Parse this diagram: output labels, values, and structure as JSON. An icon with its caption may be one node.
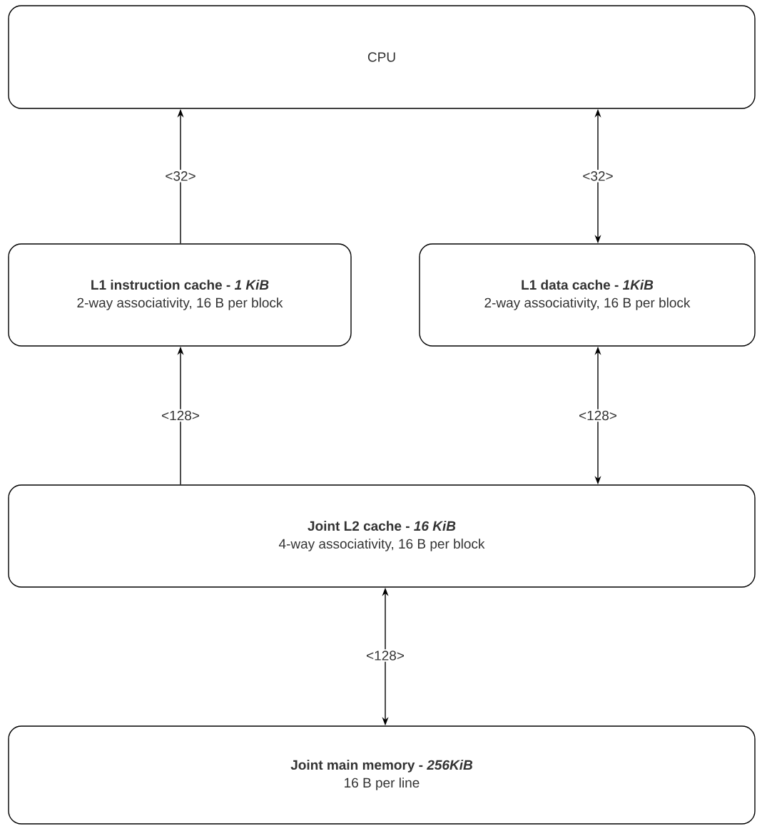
{
  "diagram": {
    "nodes": [
      {
        "text": [
          "CPU"
        ]
      },
      {
        "text": [
          "L1 instruction cache - *1 KiB*",
          "2-way associativity, 16 B per block"
        ]
      },
      {
        "text": [
          "L1 data cache - *1KiB*",
          "2-way associativity, 16 B per block"
        ]
      },
      {
        "text": [
          "Joint L2 cache - *16 KiB*",
          "4-way associativity, 16 B per block"
        ]
      },
      {
        "text": [
          "Joint main memory - *256KiB*",
          "16 B per line"
        ]
      }
    ],
    "edges": [
      {
        "from": 1,
        "to": 0,
        "arrow": "to",
        "label": "<32>"
      },
      {
        "from": 0,
        "to": 2,
        "arrow": "both",
        "label": "<32>"
      },
      {
        "from": 3,
        "to": 1,
        "arrow": "to",
        "label": "<128>"
      },
      {
        "from": 2,
        "to": 3,
        "arrow": "both",
        "label": "<128>"
      },
      {
        "from": 3,
        "to": 4,
        "arrow": "both",
        "label": "<128>"
      }
    ]
  }
}
